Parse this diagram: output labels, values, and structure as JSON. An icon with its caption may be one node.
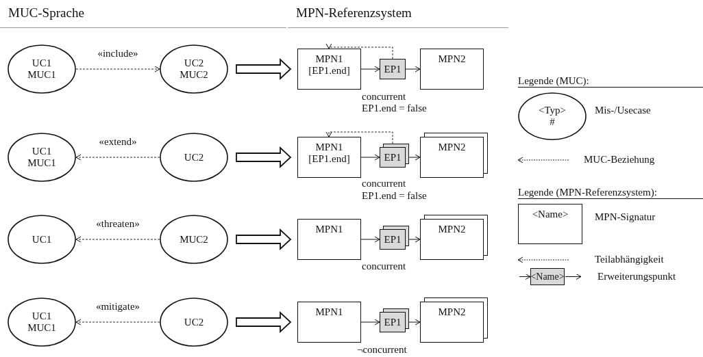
{
  "diagram": {
    "nodes": [
      {
        "text": [
          "UC1",
          "MUC1"
        ]
      },
      {
        "text": [
          "UC2",
          "MUC2"
        ]
      },
      {
        "text": [
          "MPN1",
          "[EP1.end]"
        ]
      },
      {
        "text": [
          "EP1"
        ]
      },
      {
        "text": [
          "MPN2"
        ]
      },
      {
        "text": [
          "UC1",
          "MUC1"
        ]
      },
      {
        "text": [
          "UC2"
        ]
      },
      {
        "text": [
          "MPN1",
          "[EP1.end]"
        ]
      },
      {
        "text": [
          "EP1"
        ]
      },
      {
        "text": [
          "MPN2"
        ]
      },
      {
        "text": [
          "UC1"
        ]
      },
      {
        "text": [
          "MUC2"
        ]
      },
      {
        "text": [
          "MPN1"
        ]
      },
      {
        "text": [
          "EP1"
        ]
      },
      {
        "text": [
          "MPN2"
        ]
      },
      {
        "text": [
          "UC1",
          "MUC1"
        ]
      },
      {
        "text": [
          "UC2"
        ]
      },
      {
        "text": [
          "MPN1"
        ]
      },
      {
        "text": [
          "EP1"
        ]
      },
      {
        "text": [
          "MPN2"
        ]
      },
      {
        "text": [
          "<Typ>",
          "#"
        ],
        "beside": [
          "Mis-/Usecase"
        ]
      },
      {
        "text": [
          "<Name>"
        ],
        "beside": [
          "MPN-Signatur"
        ]
      },
      {
        "text": [
          "<Name>"
        ],
        "beside": [
          "Erweiterungspunkt"
        ]
      }
    ],
    "edges": [
      {
        "from": 0,
        "to": 1,
        "arrow": "to",
        "style": "dashed",
        "label": "«include»"
      },
      {
        "from": 1,
        "to": 2,
        "arrow": "to",
        "style": "thick"
      },
      {
        "from": 2,
        "to": 3,
        "arrow": "to"
      },
      {
        "from": 3,
        "to": 4,
        "arrow": "to"
      },
      {
        "from": 3,
        "to": 2,
        "arrow": "to",
        "style": "dashed"
      },
      {
        "from": 6,
        "to": 5,
        "arrow": "to",
        "style": "dashed",
        "label": "«extend»"
      },
      {
        "from": 6,
        "to": 7,
        "arrow": "to",
        "style": "thick"
      },
      {
        "from": 7,
        "to": 8,
        "arrow": "to"
      },
      {
        "from": 8,
        "to": 9,
        "arrow": "to"
      },
      {
        "from": 8,
        "to": 7,
        "arrow": "to",
        "style": "dashed"
      },
      {
        "from": 11,
        "to": 10,
        "arrow": "to",
        "style": "dashed",
        "label": "«threaten»"
      },
      {
        "from": 11,
        "to": 12,
        "arrow": "to",
        "style": "thick"
      },
      {
        "from": 12,
        "to": 13,
        "arrow": "to"
      },
      {
        "from": 13,
        "to": 14,
        "arrow": "to"
      },
      {
        "from": 16,
        "to": 15,
        "arrow": "to",
        "style": "dashed",
        "label": "«mitigate»"
      },
      {
        "from": 16,
        "to": 17,
        "arrow": "to",
        "style": "thick"
      },
      {
        "from": 17,
        "to": 18,
        "arrow": "to"
      },
      {
        "from": 18,
        "to": 19,
        "arrow": "to"
      },
      {
        "from": null,
        "to": 22,
        "arrow": "to"
      },
      {
        "from": 22,
        "to": null,
        "arrow": "to"
      }
    ],
    "labels": [
      "MUC-Sprache",
      "MPN-Referenzsystem",
      "Legende (MUC):",
      "concurrent",
      "EP1.end = false",
      "concurrent",
      "Legende (MPN-Referenzsystem):",
      "EP1.end = false",
      "concurrent",
      "¬concurrent"
    ],
    "legend": [
      {
        "text": "MUC-Beziehung"
      },
      {
        "text": "Teilabhängigkeit"
      }
    ]
  }
}
